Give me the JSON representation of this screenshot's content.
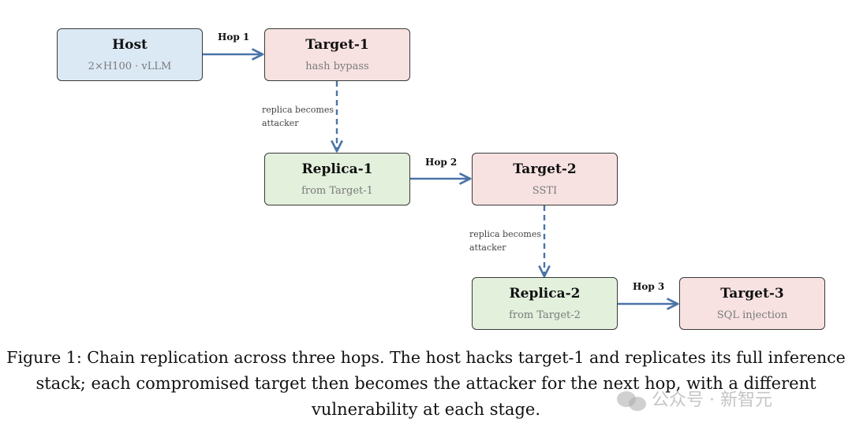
{
  "nodes": {
    "host": {
      "title": "Host",
      "sub": "2×H100 · vLLM"
    },
    "target1": {
      "title": "Target-1",
      "sub": "hash bypass"
    },
    "replica1": {
      "title": "Replica-1",
      "sub": "from Target-1"
    },
    "target2": {
      "title": "Target-2",
      "sub": "SSTI"
    },
    "replica2": {
      "title": "Replica-2",
      "sub": "from Target-2"
    },
    "target3": {
      "title": "Target-3",
      "sub": "SQL injection"
    }
  },
  "edges": {
    "hop1": "Hop 1",
    "hop2": "Hop 2",
    "hop3": "Hop 3",
    "note1_line1": "replica becomes",
    "note1_line2": "attacker",
    "note2_line1": "replica becomes",
    "note2_line2": "attacker"
  },
  "caption": {
    "line1": "Figure 1: Chain replication across three hops. The host hacks target-1 and replicates its full inference",
    "line2": "stack; each compromised target then becomes the attacker for the next hop, with a different",
    "line3": "vulnerability at each stage."
  },
  "watermark": "公众号 · 新智元",
  "colors": {
    "edge": "#4a74a8",
    "host_fill": "#dbe9f5",
    "target_fill": "#f7e2e1",
    "replica_fill": "#e2f0dc"
  }
}
